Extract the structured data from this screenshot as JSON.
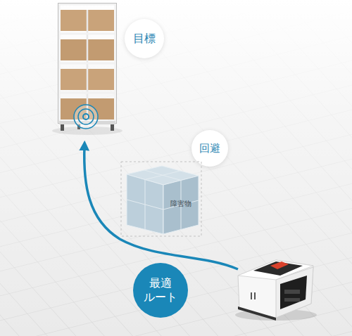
{
  "diagram": {
    "nodes": [
      {
        "text": [
          "目標"
        ]
      },
      {
        "text": [
          "回避"
        ]
      },
      {
        "text": [
          "障害物"
        ]
      },
      {
        "text": [
          "最適 ルート"
        ]
      }
    ]
  }
}
